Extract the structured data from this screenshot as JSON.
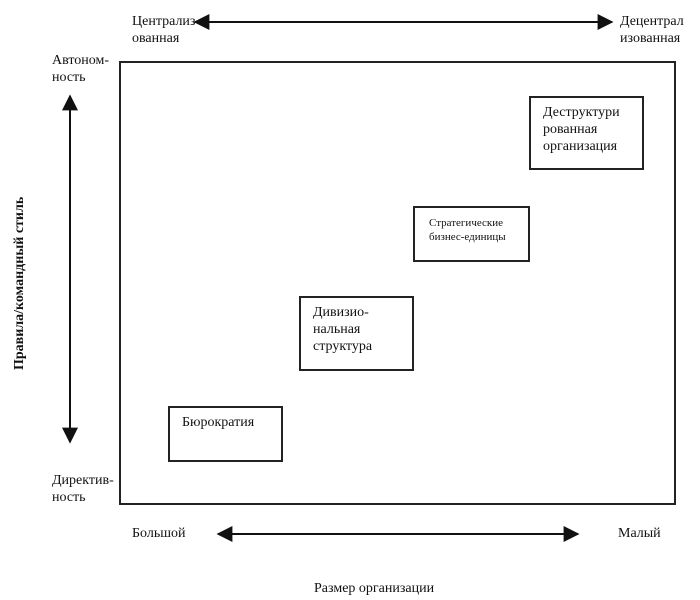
{
  "top_axis": {
    "left_label": "Централиз\nованная",
    "right_label": "Децентрал\nизованная"
  },
  "left_axis": {
    "top_label": "Автоном-\nность",
    "bottom_label": "Директив-\nность",
    "title": "Правила/командный стиль"
  },
  "bottom_axis": {
    "left_label": "Большой",
    "right_label": "Малый",
    "title": "Размер организации"
  },
  "boxes": [
    {
      "id": "bureaucracy",
      "label": "Бюрократия"
    },
    {
      "id": "divisional",
      "label": "Дивизио-\nнальная\nструктура"
    },
    {
      "id": "sbu",
      "label": "Стратегические\nбизнес-единицы"
    },
    {
      "id": "destructured",
      "label": "Деструктури\nрованная\nорганизация"
    }
  ]
}
